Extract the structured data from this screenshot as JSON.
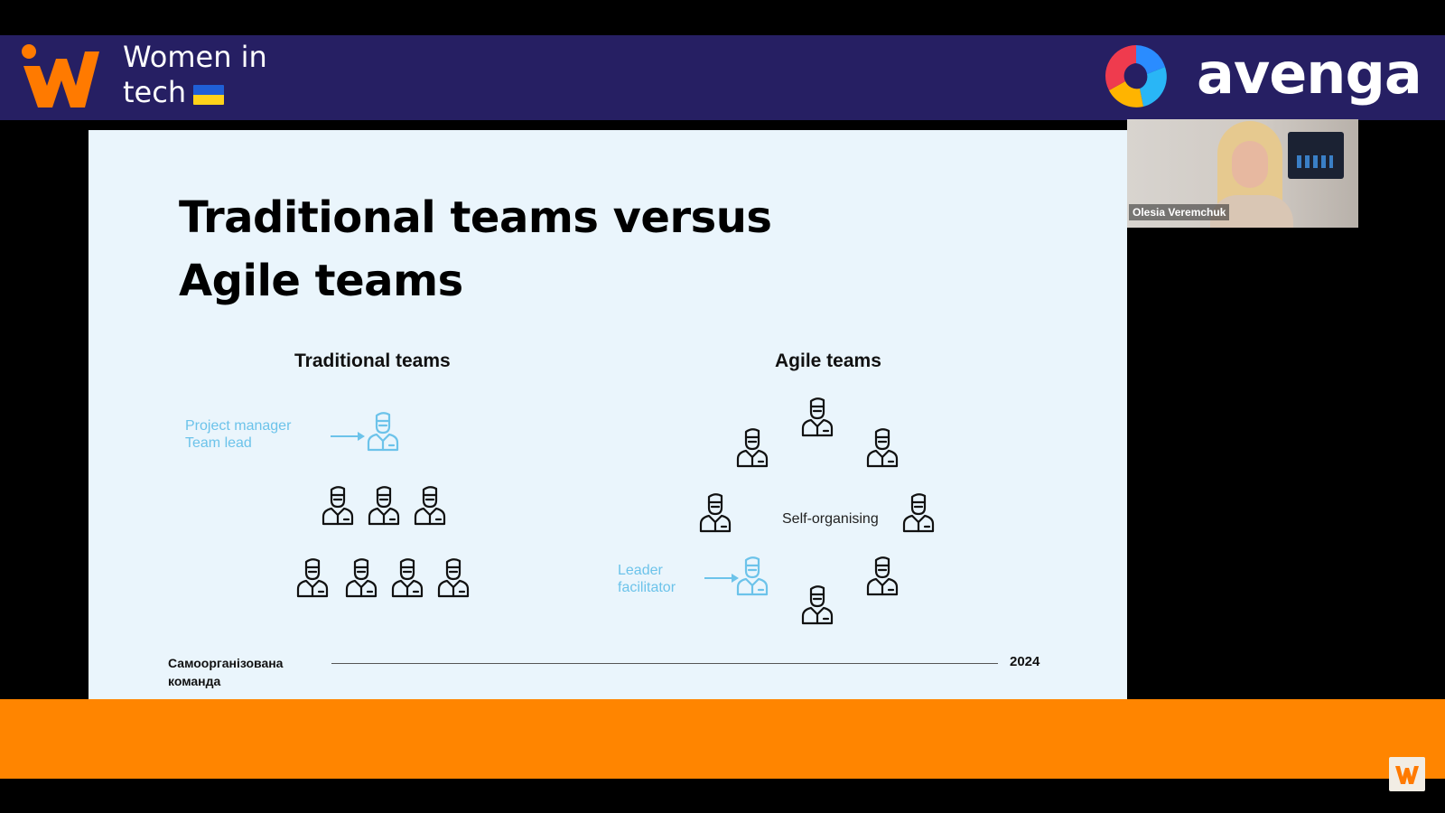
{
  "header": {
    "wit_line1": "Women in",
    "wit_line2": "tech",
    "avenga_name": "avenga",
    "colors": {
      "bar": "#261f63",
      "wit_orange": "#ff7a00",
      "avenga_red": "#ef3b4e",
      "avenga_blue": "#2a8cff",
      "avenga_yellow": "#ffb400"
    }
  },
  "slide": {
    "title_line1": "Traditional teams versus",
    "title_line2": "Agile teams",
    "traditional": {
      "heading": "Traditional teams",
      "manager_line1": "Project manager",
      "manager_line2": "Team lead"
    },
    "agile": {
      "heading": "Agile teams",
      "self_organising": "Self-organising",
      "leader_line1": "Leader",
      "leader_line2": "facilitator"
    },
    "timeline": {
      "label_line1": "Самоорганізована",
      "label_line2": "команда",
      "year": "2024"
    },
    "colors": {
      "background": "#eaf5fc",
      "accent_blue": "#6cc3ea"
    }
  },
  "video": {
    "participant_name": "Olesia Veremchuk"
  },
  "footer": {
    "color": "#ff8500",
    "badge_icon": "women-in-tech-icon"
  }
}
